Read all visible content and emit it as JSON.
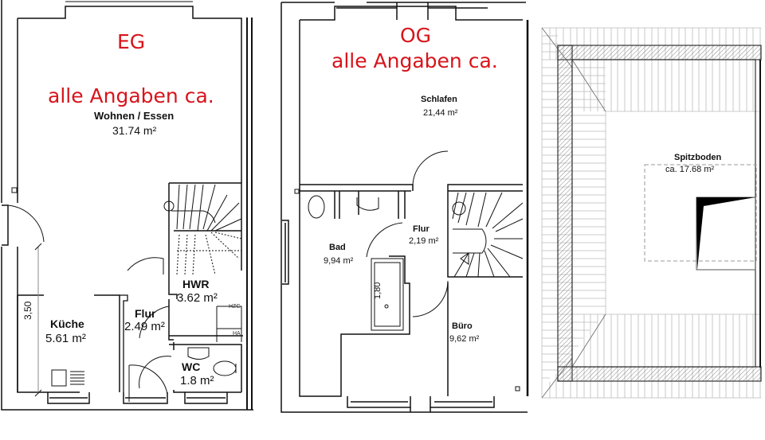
{
  "floors": [
    {
      "id": "eg",
      "title": "EG",
      "note": "alle Angaben ca.",
      "rooms": [
        {
          "name": "Wohnen / Essen",
          "area": "31.74 m²"
        },
        {
          "name": "Küche",
          "area": "5.61 m²"
        },
        {
          "name": "HWR",
          "area": "3.62 m²"
        },
        {
          "name": "Flur",
          "area": "2.49 m²"
        },
        {
          "name": "WC",
          "area": "1.8 m²"
        }
      ],
      "dimension": "3,50",
      "equipment": [
        "HZG",
        "HA"
      ]
    },
    {
      "id": "og",
      "title": "OG",
      "note": "alle Angaben ca.",
      "rooms": [
        {
          "name": "Schlafen",
          "area": "21,44 m²"
        },
        {
          "name": "Flur",
          "area": "2,19 m²"
        },
        {
          "name": "Bad",
          "area": "9,94 m²"
        },
        {
          "name": "Büro",
          "area": "9,62 m²"
        }
      ],
      "dimension": "1,80"
    },
    {
      "id": "dg",
      "rooms": [
        {
          "name": "Spitzboden",
          "area": "ca. 17.68 m²"
        }
      ]
    }
  ],
  "colors": {
    "annotation": "#d8141b",
    "lines": "#111111",
    "hatch": "#999999"
  }
}
